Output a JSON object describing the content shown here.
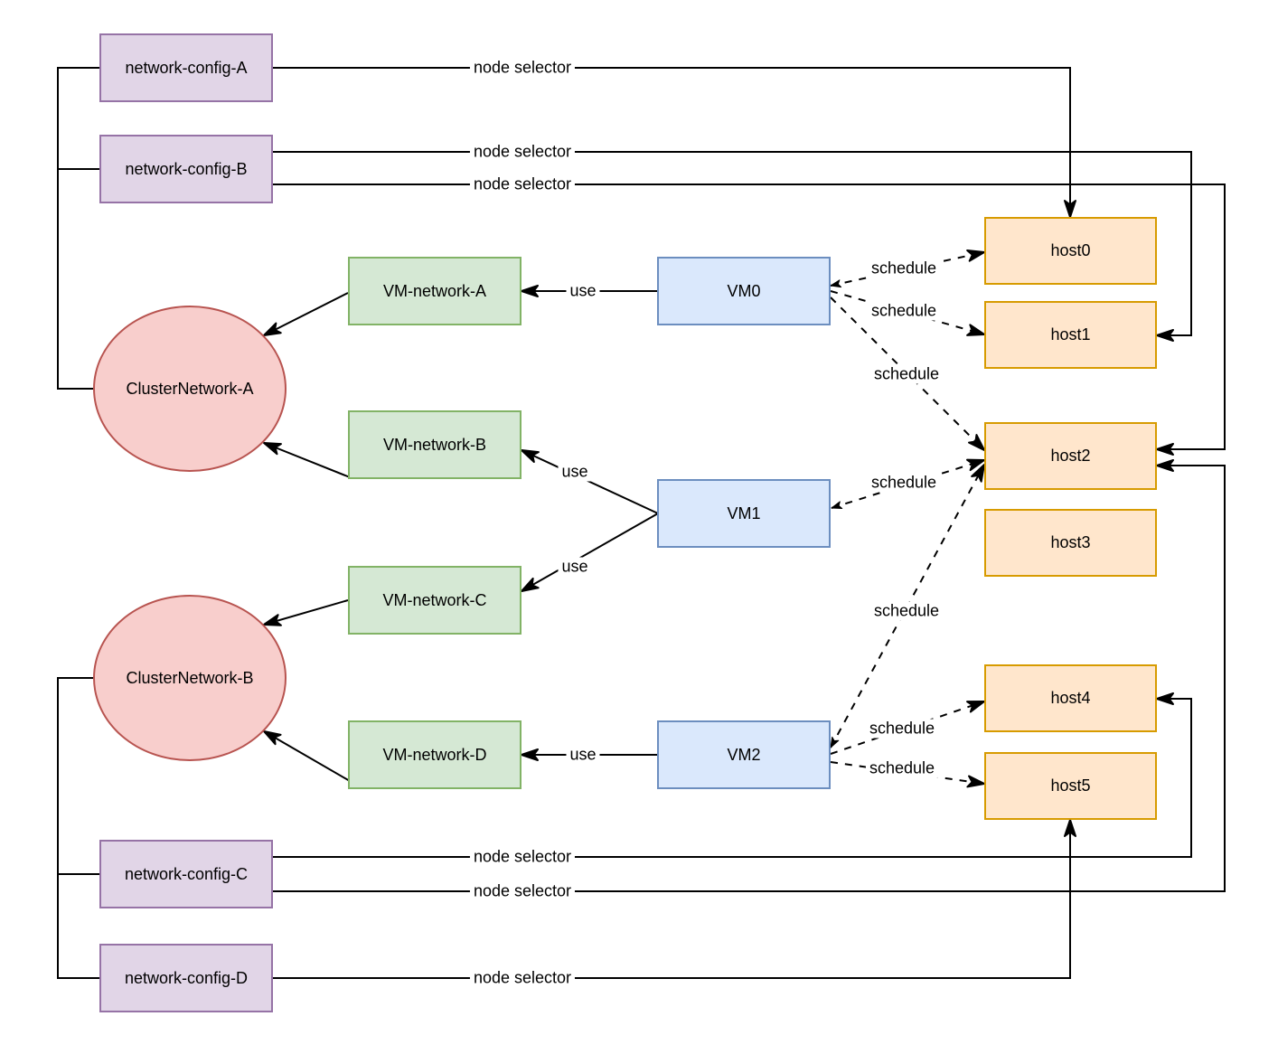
{
  "diagram": {
    "nodes": {
      "network_configs": [
        {
          "id": "network-config-A",
          "label": "network-config-A"
        },
        {
          "id": "network-config-B",
          "label": "network-config-B"
        },
        {
          "id": "network-config-C",
          "label": "network-config-C"
        },
        {
          "id": "network-config-D",
          "label": "network-config-D"
        }
      ],
      "cluster_networks": [
        {
          "id": "ClusterNetwork-A",
          "label": "ClusterNetwork-A"
        },
        {
          "id": "ClusterNetwork-B",
          "label": "ClusterNetwork-B"
        }
      ],
      "vm_networks": [
        {
          "id": "VM-network-A",
          "label": "VM-network-A"
        },
        {
          "id": "VM-network-B",
          "label": "VM-network-B"
        },
        {
          "id": "VM-network-C",
          "label": "VM-network-C"
        },
        {
          "id": "VM-network-D",
          "label": "VM-network-D"
        }
      ],
      "vms": [
        {
          "id": "VM0",
          "label": "VM0"
        },
        {
          "id": "VM1",
          "label": "VM1"
        },
        {
          "id": "VM2",
          "label": "VM2"
        }
      ],
      "hosts": [
        {
          "id": "host0",
          "label": "host0"
        },
        {
          "id": "host1",
          "label": "host1"
        },
        {
          "id": "host2",
          "label": "host2"
        },
        {
          "id": "host3",
          "label": "host3"
        },
        {
          "id": "host4",
          "label": "host4"
        },
        {
          "id": "host5",
          "label": "host5"
        }
      ]
    },
    "edges": [
      {
        "from": "network-config-A",
        "to": "host0",
        "label": "node selector",
        "style": "solid-arrow"
      },
      {
        "from": "network-config-B",
        "to": "host1",
        "label": "node selector",
        "style": "solid-arrow"
      },
      {
        "from": "network-config-B",
        "to": "host2",
        "label": "node selector",
        "style": "solid-arrow"
      },
      {
        "from": "network-config-C",
        "to": "host4",
        "label": "node selector",
        "style": "solid-arrow"
      },
      {
        "from": "network-config-C",
        "to": "host2",
        "label": "node selector",
        "style": "solid-arrow"
      },
      {
        "from": "network-config-D",
        "to": "host5",
        "label": "node selector",
        "style": "solid-arrow"
      },
      {
        "from": "VM0",
        "to": "VM-network-A",
        "label": "use",
        "style": "solid-arrow"
      },
      {
        "from": "VM1",
        "to": "VM-network-B",
        "label": "use",
        "style": "solid-arrow"
      },
      {
        "from": "VM1",
        "to": "VM-network-C",
        "label": "use",
        "style": "solid-arrow"
      },
      {
        "from": "VM2",
        "to": "VM-network-D",
        "label": "use",
        "style": "solid-arrow"
      },
      {
        "from": "VM0",
        "to": "host0",
        "label": "schedule",
        "style": "dashed-arrow"
      },
      {
        "from": "VM0",
        "to": "host1",
        "label": "schedule",
        "style": "dashed-arrow"
      },
      {
        "from": "VM0",
        "to": "host2",
        "label": "schedule",
        "style": "dashed-arrow"
      },
      {
        "from": "VM1",
        "to": "host2",
        "label": "schedule",
        "style": "dashed-arrow"
      },
      {
        "from": "VM2",
        "to": "host2",
        "label": "schedule",
        "style": "dashed-arrow"
      },
      {
        "from": "VM2",
        "to": "host4",
        "label": "schedule",
        "style": "dashed-arrow"
      },
      {
        "from": "VM2",
        "to": "host5",
        "label": "schedule",
        "style": "dashed-arrow"
      },
      {
        "from": "VM-network-A",
        "to": "ClusterNetwork-A",
        "label": "",
        "style": "solid-arrow"
      },
      {
        "from": "VM-network-B",
        "to": "ClusterNetwork-A",
        "label": "",
        "style": "solid-arrow"
      },
      {
        "from": "VM-network-C",
        "to": "ClusterNetwork-B",
        "label": "",
        "style": "solid-arrow"
      },
      {
        "from": "VM-network-D",
        "to": "ClusterNetwork-B",
        "label": "",
        "style": "solid-arrow"
      },
      {
        "from": "network-config-A",
        "to": "ClusterNetwork-A",
        "label": "",
        "style": "solid-line"
      },
      {
        "from": "network-config-B",
        "to": "ClusterNetwork-A",
        "label": "",
        "style": "solid-line"
      },
      {
        "from": "network-config-C",
        "to": "ClusterNetwork-B",
        "label": "",
        "style": "solid-line"
      },
      {
        "from": "network-config-D",
        "to": "ClusterNetwork-B",
        "label": "",
        "style": "solid-line"
      }
    ],
    "colors": {
      "network_config": {
        "fill": "#E1D5E7",
        "stroke": "#9673A6"
      },
      "cluster_network": {
        "fill": "#F8CECC",
        "stroke": "#B85450"
      },
      "vm_network": {
        "fill": "#D5E8D4",
        "stroke": "#82B366"
      },
      "vm": {
        "fill": "#DAE8FC",
        "stroke": "#6C8EBF"
      },
      "host": {
        "fill": "#FFE6CC",
        "stroke": "#D79B00"
      },
      "edge": "#000000"
    }
  }
}
